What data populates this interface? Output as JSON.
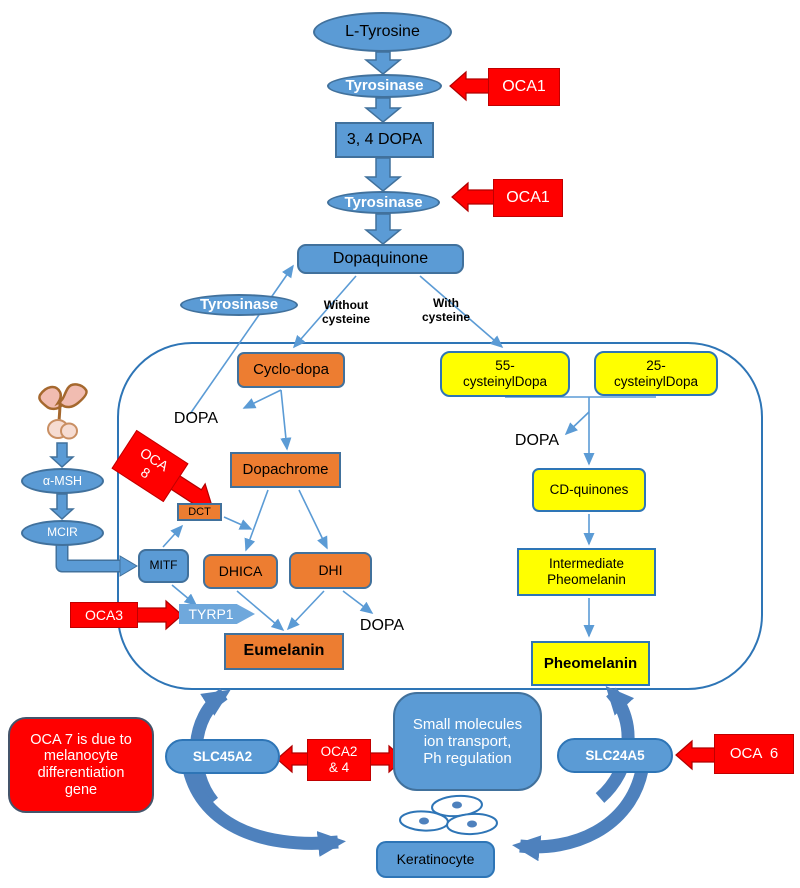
{
  "palette": {
    "blue_fill": "#5B9BD5",
    "blue_border": "#41719C",
    "orange_fill": "#ED7D31",
    "yellow_fill": "#FFFF00",
    "red_fill": "#FF0000",
    "container_border": "#2E75B6",
    "thick_arrow_blue": "#4E81BD"
  },
  "top_chain": {
    "l_tyrosine": "L-Tyrosine",
    "tyrosinase_1": "Tyrosinase",
    "oca1_a": "OCA1",
    "dopa_3_4": "3, 4 DOPA",
    "tyrosinase_2": "Tyrosinase",
    "oca1_b": "OCA1",
    "dopaquinone": "Dopaquinone",
    "tyrosinase_3": "Tyrosinase",
    "without_cysteine": "Without\ncysteine",
    "with_cysteine": "With\ncysteine"
  },
  "eumelanin_branch": {
    "cyclo_dopa": "Cyclo-dopa",
    "dopa_label": "DOPA",
    "oca8": "OCA\n8",
    "dopachrome": "Dopachrome",
    "dct": "DCT",
    "mitf": "MITF",
    "dhica": "DHICA",
    "dhi": "DHI",
    "oca3": "OCA3",
    "tyrp1": "TYRP1",
    "dopa_label_2": "DOPA",
    "eumelanin": "Eumelanin"
  },
  "pheomelanin_branch": {
    "cysteinyldopa_55": "55-\ncysteinylDopa",
    "cysteinyldopa_25": "25-\ncysteinylDopa",
    "dopa_label": "DOPA",
    "cd_quinones": "CD-quinones",
    "intermediate_pheomelanin": "Intermediate\nPheomelanin",
    "pheomelanin": "Pheomelanin"
  },
  "signaling": {
    "alpha_msh": "α-MSH",
    "mcir": "MCIR"
  },
  "bottom": {
    "oca7_note": "OCA 7 is due to\nmelanocyte\ndifferentiation\ngene",
    "slc45a2": "SLC45A2",
    "oca2_4": "OCA2\n& 4",
    "small_molecules": "Small molecules\nion transport,\nPh regulation",
    "slc24a5": "SLC24A5",
    "oca6": "OCA  6",
    "keratinocyte": "Keratinocyte"
  }
}
